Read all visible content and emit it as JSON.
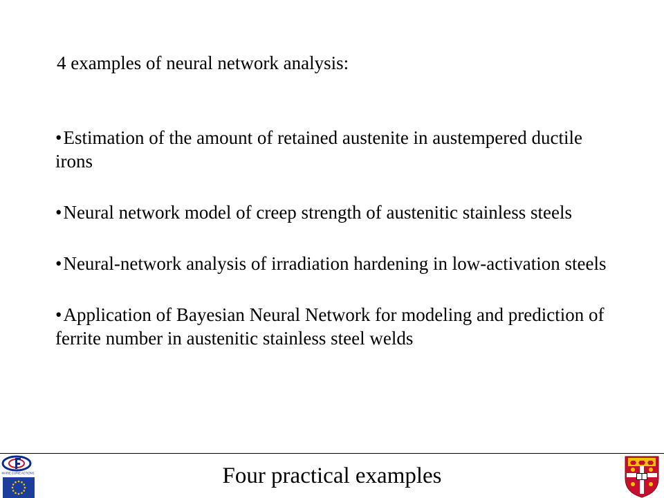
{
  "slide": {
    "intro": "4 examples of neural network analysis:",
    "bullet_mark": "•",
    "bullets": [
      "Estimation of the amount of retained austenite in austempered ductile irons",
      "Neural network model of creep strength of austenitic stainless steels",
      "Neural-network analysis of irradiation hardening in low-activation steels",
      "Application of Bayesian Neural Network for modeling and prediction of ferrite number in austenitic stainless steel welds"
    ]
  },
  "footer": {
    "title": "Four practical examples",
    "logos": {
      "marie_curie_text": "MARIE CURIE ACTIONS",
      "left_icon": "marie-curie-logo-icon",
      "flag_icon": "eu-flag-icon",
      "crest_icon": "cambridge-crest-icon"
    }
  },
  "colors": {
    "background": "#ffffff",
    "text": "#000000",
    "eu_blue": "#1a3e9a",
    "eu_star": "#f5cc00",
    "crest_red": "#c8102e",
    "crest_gold": "#f2c200",
    "marie_curie_blue": "#0b2a8a"
  }
}
